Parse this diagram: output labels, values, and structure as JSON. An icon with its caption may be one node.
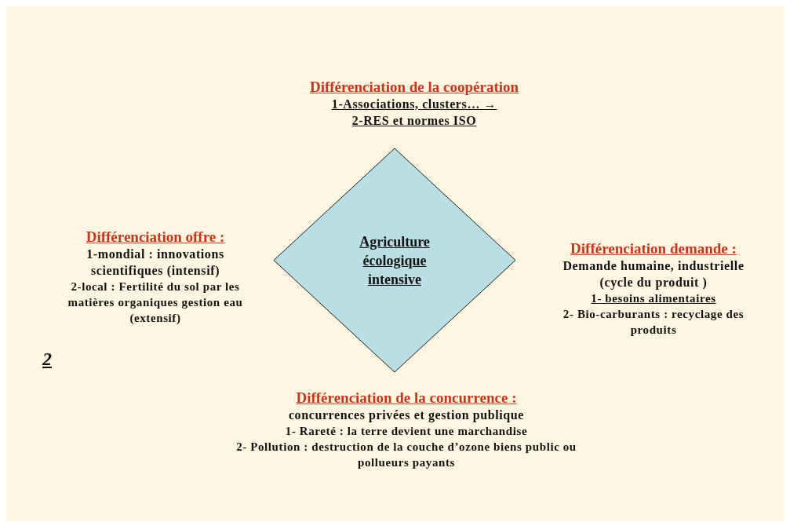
{
  "diagram": {
    "nodes": [
      {
        "text": [
          "Agriculture écologique intensive"
        ]
      }
    ],
    "labels": [
      "Différenciation de la coopération",
      "1-Associations, clusters… →",
      "2-RES et normes ISO",
      "Différenciation offre :",
      "1-mondial : innovations scientifiques (intensif)",
      "2-local : Fertilité du sol par les matières organiques gestion eau (extensif)",
      "2",
      "Différenciation demande :",
      "Demande humaine, industrielle (cycle du produit )",
      "1- besoins alimentaires",
      "2- Bio-carburants : recyclage des produits",
      "Différenciation de la concurrence :",
      "concurrences privées et gestion publique",
      "1- Rareté : la terre devient une marchandise",
      "2- Pollution : destruction de la couche d’ozone biens public ou pollueurs payants"
    ]
  }
}
